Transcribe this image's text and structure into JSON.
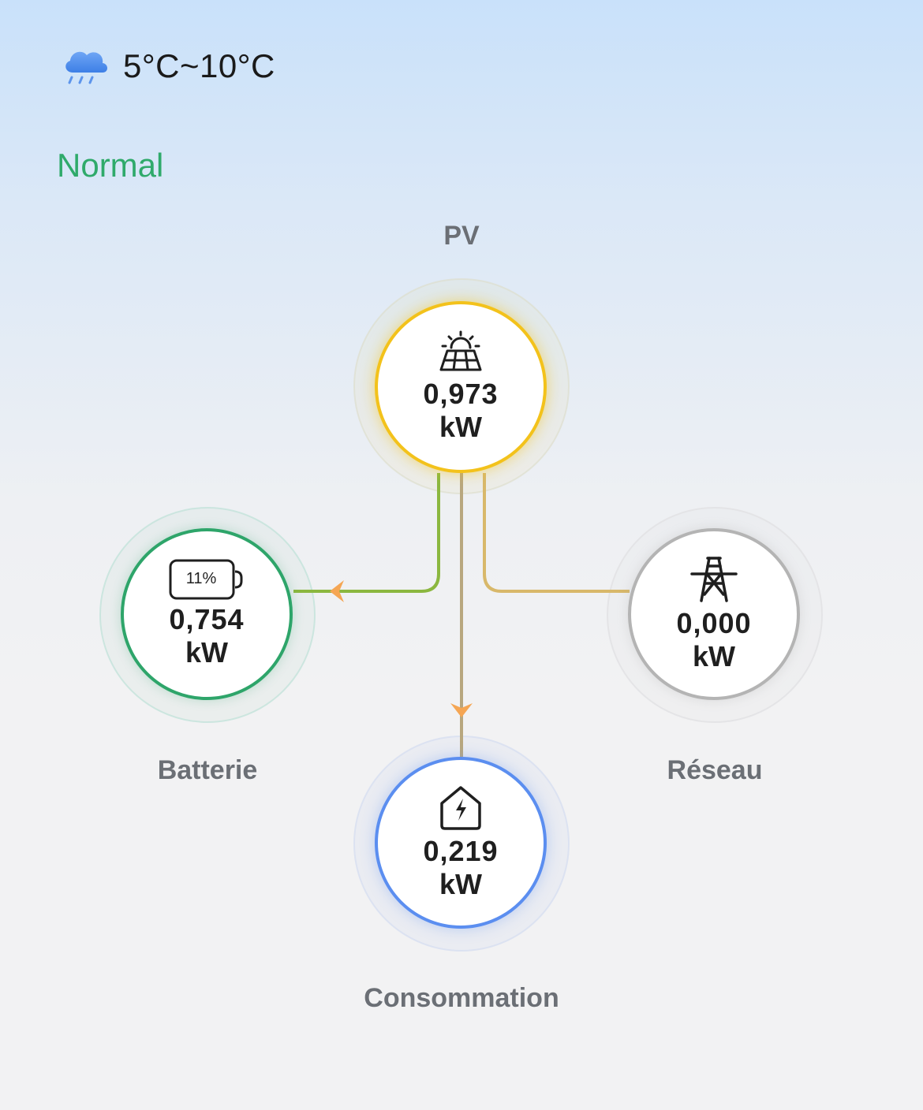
{
  "weather": {
    "icon": "cloud-rain-icon",
    "temperature_range": "5°C~10°C"
  },
  "status": {
    "label": "Normal",
    "color": "#2faa6b"
  },
  "nodes": {
    "pv": {
      "label": "PV",
      "icon": "solar-panel-icon",
      "value": "0,973",
      "unit": "kW",
      "color": "#f3c21b"
    },
    "battery": {
      "label": "Batterie",
      "icon": "battery-icon",
      "charge_percent": "11%",
      "value": "0,754",
      "unit": "kW",
      "color": "#2ea56a"
    },
    "grid": {
      "label": "Réseau",
      "icon": "power-pylon-icon",
      "value": "0,000",
      "unit": "kW",
      "color": "#b4b4b4"
    },
    "consumption": {
      "label": "Consommation",
      "icon": "house-power-icon",
      "value": "0,219",
      "unit": "kW",
      "color": "#5b8ef0"
    }
  },
  "flows": {
    "pv_to_battery_color": "#8bb73f",
    "pv_to_consumption_color": "#b8a77f",
    "grid_to_pv_color": "#d8b86a",
    "arrow_color": "#f5a654"
  }
}
